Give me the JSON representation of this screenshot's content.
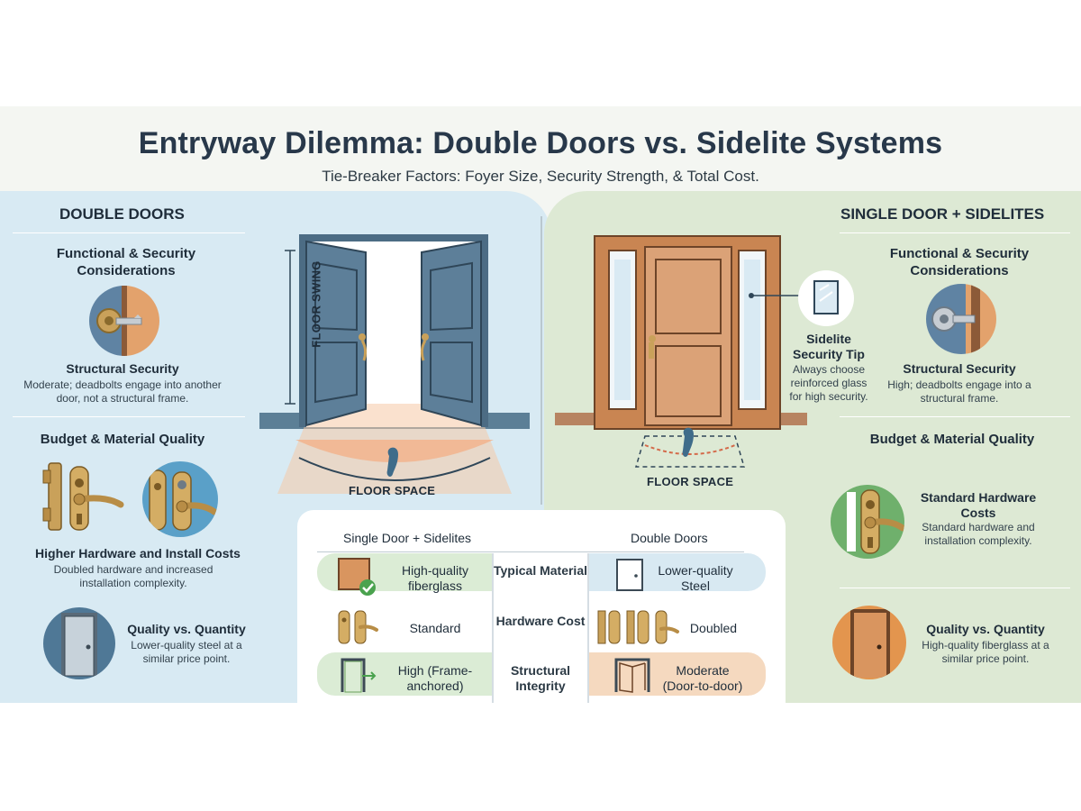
{
  "header": {
    "title": "Entryway Dilemma: Double Doors vs. Sidelite Systems",
    "subtitle": "Tie-Breaker Factors: Foyer Size, Security Strength, & Total Cost."
  },
  "left": {
    "heading": "DOUBLE DOORS",
    "functional_heading": "Functional & Security Considerations",
    "security_title": "Structural Security",
    "security_text": "Moderate; deadbolts engage into another door, not a structural frame.",
    "budget_heading": "Budget & Material Quality",
    "cost_title": "Higher Hardware and Install Costs",
    "cost_text": "Doubled hardware and increased installation complexity.",
    "quality_title": "Quality vs. Quantity",
    "quality_text": "Lower-quality steel at a similar price point."
  },
  "center_left": {
    "swing_label": "FLOOR SWING",
    "space_label": "FLOOR SPACE"
  },
  "center_right": {
    "space_label": "FLOOR SPACE",
    "tip_title": "Sidelite Security Tip",
    "tip_text": "Always choose reinforced glass for high security."
  },
  "right": {
    "heading": "SINGLE DOOR + SIDELITES",
    "functional_heading": "Functional & Security Considerations",
    "security_title": "Structural Security",
    "security_text": "High; deadbolts engage into a structural frame.",
    "budget_heading": "Budget & Material Quality",
    "cost_title": "Standard Hardware Costs",
    "cost_text": "Standard hardware and installation complexity.",
    "quality_title": "Quality vs. Quantity",
    "quality_text": "High-quality fiberglass at a similar price point."
  },
  "table": {
    "col_left": "Single Door + Sidelites",
    "col_right": "Double Doors",
    "rows": [
      {
        "left": "High-quality fiberglass",
        "mid": "Typical Material",
        "right": "Lower-quality Steel"
      },
      {
        "left": "Standard",
        "mid": "Hardware Cost",
        "right": "Doubled"
      },
      {
        "left": "High (Frame-anchored)",
        "mid": "Structural Integrity",
        "right": "Moderate (Door-to-door)"
      }
    ]
  },
  "colors": {
    "blue_panel": "#d8eaf3",
    "green_panel": "#dde9d4",
    "door_blue": "#5d7f99",
    "door_wood": "#d89a68",
    "brass": "#c9a15a"
  }
}
